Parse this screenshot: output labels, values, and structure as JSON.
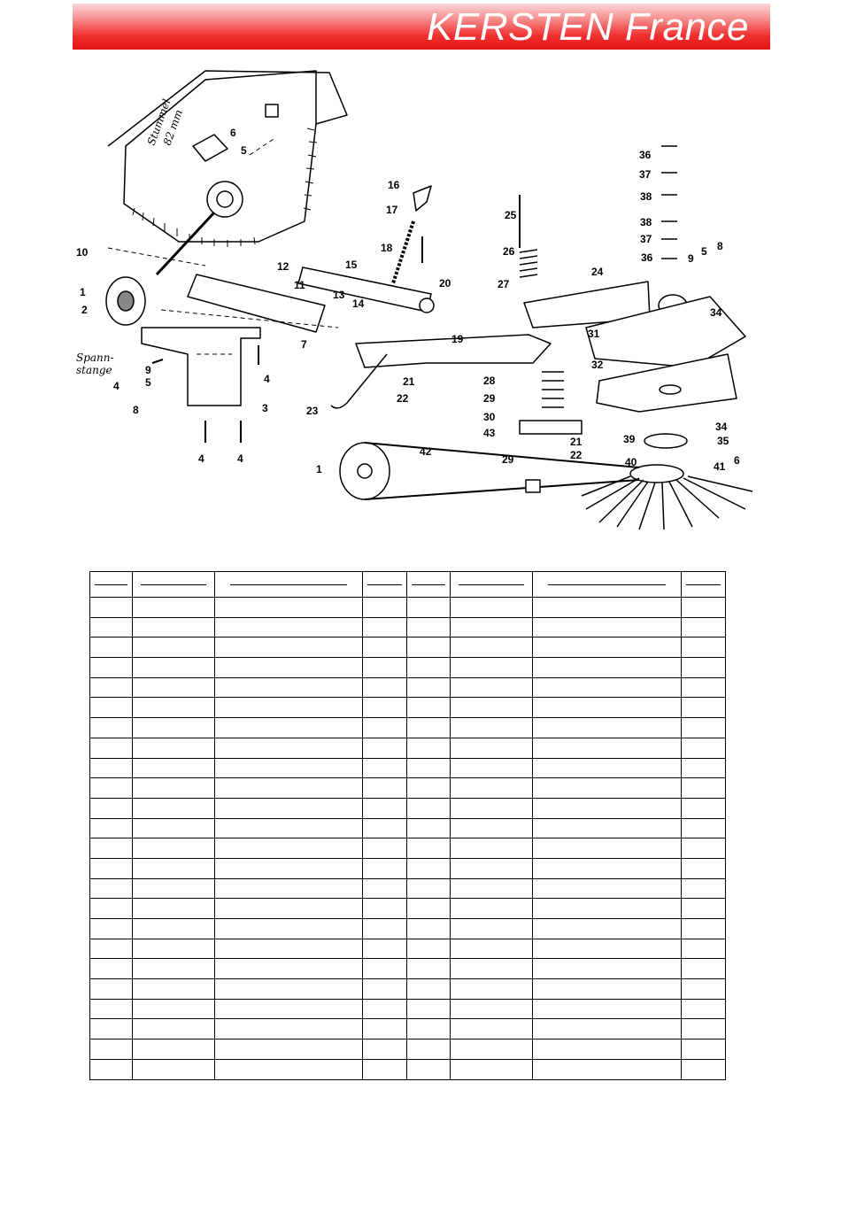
{
  "header": {
    "brand": "KERSTEN France",
    "colors": {
      "bar": "#e81414",
      "text": "#ffffff"
    }
  },
  "diagram": {
    "handwritten": {
      "stummel": "Stummel",
      "stummel_size": "82 mm",
      "spann": "Spann-",
      "stange": "stange"
    },
    "callouts": [
      "1",
      "2",
      "3",
      "4",
      "5",
      "6",
      "7",
      "8",
      "9",
      "10",
      "11",
      "12",
      "13",
      "14",
      "15",
      "16",
      "17",
      "18",
      "19",
      "20",
      "21",
      "22",
      "23",
      "24",
      "25",
      "26",
      "27",
      "28",
      "29",
      "30",
      "31",
      "32",
      "34",
      "35",
      "36",
      "37",
      "38",
      "39",
      "40",
      "41",
      "42",
      "43"
    ]
  },
  "table": {
    "columns": 8,
    "body_rows": 24
  }
}
